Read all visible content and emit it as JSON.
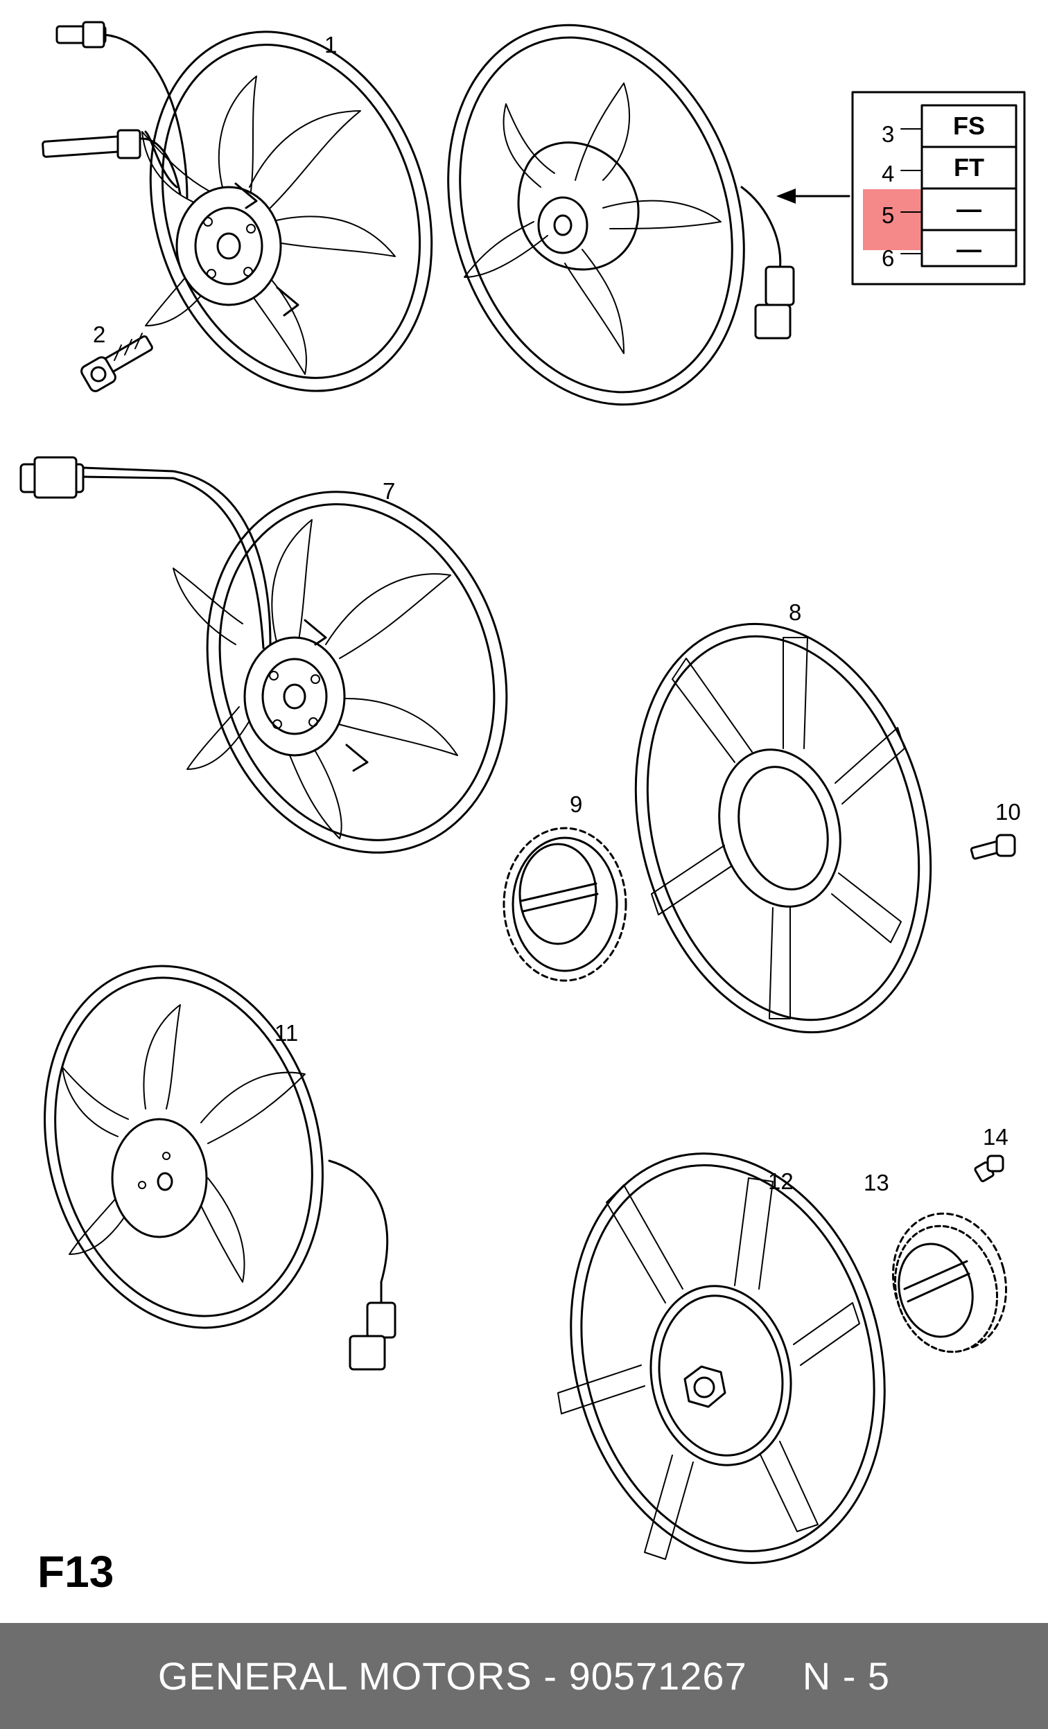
{
  "diagram": {
    "page_code": "F13",
    "callouts": {
      "c1": "1",
      "c2": "2",
      "c3": "3",
      "c4": "4",
      "c5": "5",
      "c6": "6",
      "c7": "7",
      "c8": "8",
      "c9": "9",
      "c10": "10",
      "c11": "11",
      "c12": "12",
      "c13": "13",
      "c14": "14"
    },
    "variant_table": {
      "rows": [
        {
          "ref": "3",
          "code": "FS"
        },
        {
          "ref": "4",
          "code": "FT"
        },
        {
          "ref": "5",
          "code": "—"
        },
        {
          "ref": "6",
          "code": "—"
        }
      ],
      "highlighted_ref": "5",
      "highlight_color": "#f26b6b"
    }
  },
  "footer": {
    "brand": "GENERAL MOTORS",
    "separator": "-",
    "part_number": "90571267",
    "position": "N - 5"
  },
  "colors": {
    "footer_bg": "#6e6e6e",
    "footer_text": "#ffffff",
    "line": "#000000"
  }
}
